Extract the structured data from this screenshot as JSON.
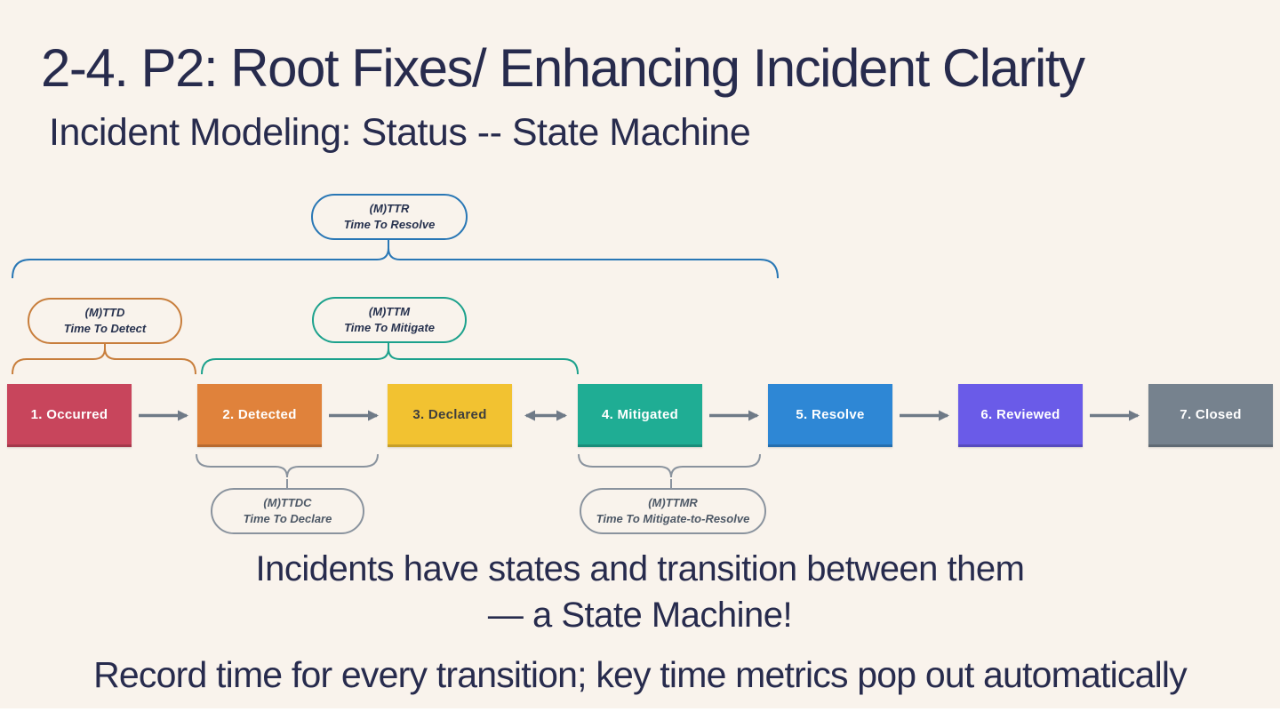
{
  "page": {
    "title": "2-4. P2: Root Fixes/ Enhancing Incident Clarity",
    "subtitle": "Incident Modeling: Status -- State Machine"
  },
  "diagram": {
    "states": [
      {
        "label": "1. Occurred",
        "color": "#C8455C",
        "text_color": "#FFFFFF"
      },
      {
        "label": "2. Detected",
        "color": "#E0823B",
        "text_color": "#FFFFFF"
      },
      {
        "label": "3. Declared",
        "color": "#F2C231",
        "text_color": "#3E3E3E"
      },
      {
        "label": "4. Mitigated",
        "color": "#1FAD94",
        "text_color": "#FFFFFF"
      },
      {
        "label": "5. Resolve",
        "color": "#2E87D5",
        "text_color": "#FFFFFF"
      },
      {
        "label": "6. Reviewed",
        "color": "#6A5BE8",
        "text_color": "#FFFFFF"
      },
      {
        "label": "7. Closed",
        "color": "#76828E",
        "text_color": "#FFFFFF"
      }
    ],
    "transitions": [
      {
        "from": "1. Occurred",
        "to": "2. Detected",
        "bidirectional": false
      },
      {
        "from": "2. Detected",
        "to": "3. Declared",
        "bidirectional": false
      },
      {
        "from": "3. Declared",
        "to": "4. Mitigated",
        "bidirectional": true
      },
      {
        "from": "4. Mitigated",
        "to": "5. Resolve",
        "bidirectional": false
      },
      {
        "from": "5. Resolve",
        "to": "6. Reviewed",
        "bidirectional": false
      },
      {
        "from": "6. Reviewed",
        "to": "7. Closed",
        "bidirectional": false
      }
    ],
    "metrics": [
      {
        "abbr": "(M)TTR",
        "name": "Time To Resolve",
        "accent_color": "#2977B5",
        "spans": "Occurred to Resolve",
        "position": "top"
      },
      {
        "abbr": "(M)TTD",
        "name": "Time To Detect",
        "accent_color": "#C87E3C",
        "spans": "Occurred to Detected",
        "position": "top"
      },
      {
        "abbr": "(M)TTM",
        "name": "Time To Mitigate",
        "accent_color": "#1CA18C",
        "spans": "Detected to Mitigated",
        "position": "top"
      },
      {
        "abbr": "(M)TTDC",
        "name": "Time To Declare",
        "accent_color": "#8A939E",
        "spans": "Detected to Declared",
        "position": "bottom"
      },
      {
        "abbr": "(M)TTMR",
        "name": "Time To Mitigate-to-Resolve",
        "accent_color": "#8A939E",
        "spans": "Mitigated to Resolve",
        "position": "bottom"
      }
    ],
    "arrow_color": "#6F7A87"
  },
  "footer": {
    "line1": "Incidents have states and transition between them",
    "line2": "— a State Machine!",
    "line3": "Record time for every transition; key time metrics pop out automatically"
  },
  "colors": {
    "background": "#F9F3EC",
    "text": "#272B4D"
  }
}
